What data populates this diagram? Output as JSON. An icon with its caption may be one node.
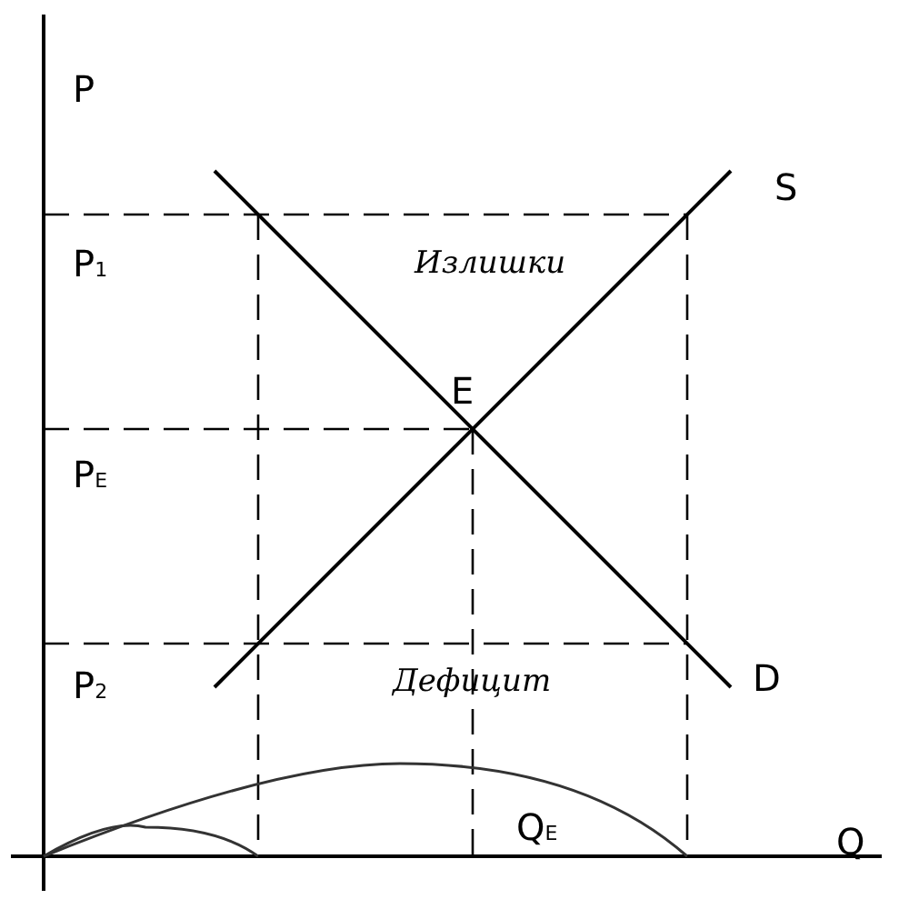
{
  "diagram": {
    "labels": [
      "P",
      "S",
      "P$_{1}$",
      "Излишки",
      "E",
      "P$_{E}$",
      "P$_{2}$",
      "Дефицит",
      "D",
      "Q$_{E}$",
      "Q"
    ]
  }
}
